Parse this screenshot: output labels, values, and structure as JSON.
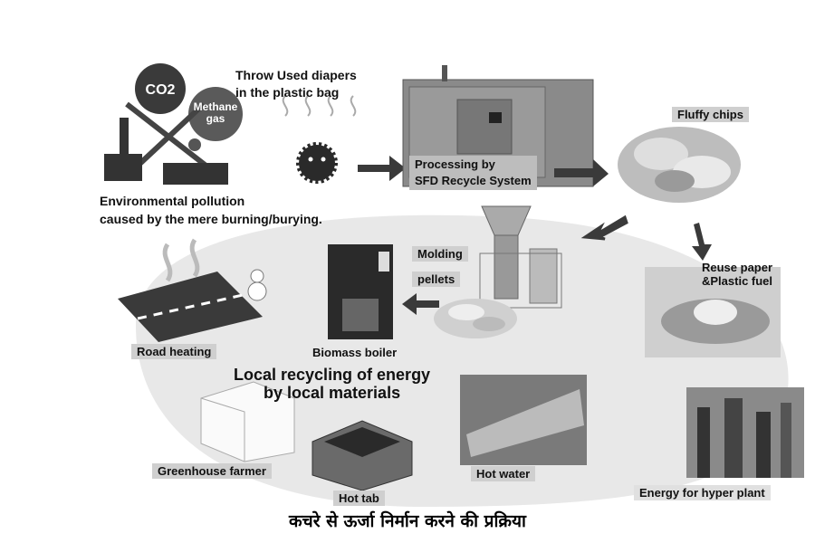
{
  "labels": {
    "co2": "CO2",
    "methane": "Methane\ngas",
    "throw_diapers": "Throw Used diapers\nin the plastic bag",
    "pollution": "Environmental pollution\ncaused by the mere burning/burying.",
    "processing": "Processing by\nSFD Recycle System",
    "fluffy_chips": "Fluffy chips",
    "reuse": "Reuse paper\n&Plastic fuel",
    "molding": "Molding",
    "pellets": "pellets",
    "road_heating": "Road heating",
    "biomass_boiler": "Biomass boiler",
    "local_recycling": "Local recycling of energy\nby local materials",
    "greenhouse": "Greenhouse farmer",
    "hot_tab": "Hot tab",
    "hot_water": "Hot water",
    "energy_plant": "Energy for hyper plant"
  },
  "caption": "कचरे से ऊर्जा निर्मान करने की प्रक्रिया",
  "colors": {
    "bg_blob": "#e6e6e6",
    "label_box": "#cfcfcf",
    "dark": "#2a2a2a",
    "mid": "#8a8a8a"
  }
}
